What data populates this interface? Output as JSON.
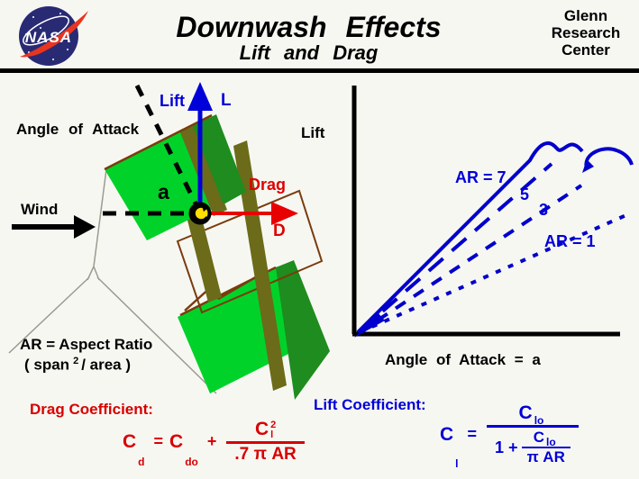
{
  "header": {
    "logo_text": "NASA",
    "title": "Downwash Effects",
    "subtitle": "Lift and Drag",
    "org": [
      "Glenn",
      "Research",
      "Center"
    ]
  },
  "wing": {
    "angle_of_attack": "Angle of Attack",
    "wind": "Wind",
    "lift": "Lift",
    "lift_symbol": "L",
    "drag": "Drag",
    "drag_symbol": "D",
    "alpha": "a",
    "ar_definition": "AR = Aspect Ratio",
    "ar_area_open": "( span",
    "ar_area_sup": "2",
    "ar_area_close": "/ area )",
    "colors": {
      "wing_bright": "#00d22a",
      "wing_dark": "#1e8c1e",
      "strut_olive": "#6b6b1a",
      "rigging_brown": "#7a3c0c",
      "lift_arrow_blue": "#0000d8",
      "drag_arrow_red": "#e80000",
      "pivot_yellow": "#ffe000"
    }
  },
  "graph": {
    "ylabel": "Lift",
    "xlabel": "Angle of Attack = a",
    "ar7_label": "AR = 7",
    "ar5_label": "5",
    "ar3_label": "3",
    "ar1_label": "AR = 1",
    "line_color": "#0000cc"
  },
  "chart_data": {
    "type": "line",
    "title": "Lift versus Angle of Attack for varying Aspect Ratio",
    "xlabel": "Angle of Attack = a",
    "ylabel": "Lift",
    "x_range": "unlabeled (qualitative)",
    "y_range": "unlabeled (qualitative)",
    "grid": false,
    "legend_position": "labels on curves",
    "series": [
      {
        "name": "AR = 7",
        "style": "solid",
        "relative_slope": 1.0,
        "note": "steepest lift curve, stalls (curls over) at top"
      },
      {
        "name": "AR = 5",
        "style": "long-dash",
        "relative_slope": 0.86,
        "note": "stall hump with hook at upper right"
      },
      {
        "name": "AR = 3",
        "style": "dash",
        "relative_slope": 0.66
      },
      {
        "name": "AR = 1",
        "style": "short-dash",
        "relative_slope": 0.44,
        "note": "shallowest lift curve"
      }
    ]
  },
  "formulas": {
    "drag": {
      "label": "Drag Coefficient:",
      "lhs": "C",
      "lhs_sub": "d",
      "eq": "=",
      "rhs_base": "C",
      "rhs_sub": "do",
      "plus": "+",
      "num_base": "C",
      "num_sub": "l",
      "num_sup": "2",
      "den": ".7 π AR",
      "color": "#d80000"
    },
    "lift": {
      "label": "Lift Coefficient:",
      "lhs": "C",
      "lhs_sub": "l",
      "eq": "=",
      "num_base": "C",
      "num_sub": "lo",
      "den_prefix": "1 +",
      "inner_num_base": "C",
      "inner_num_sub": "lo",
      "inner_den": "π AR",
      "color": "#0000d8"
    }
  }
}
